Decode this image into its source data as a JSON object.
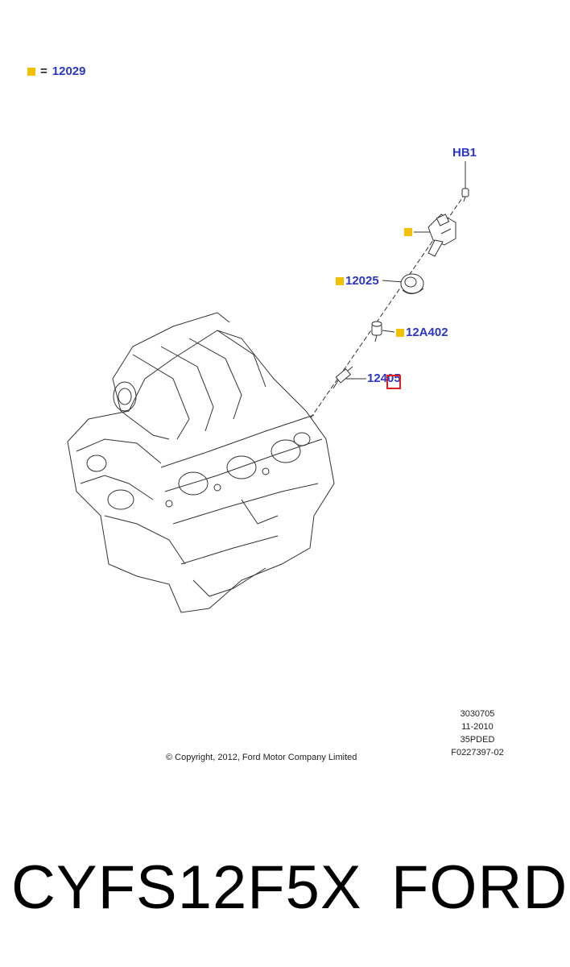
{
  "legend": {
    "code": "12029"
  },
  "callouts": [
    {
      "id": "hb1",
      "label": "HB1",
      "marker": false
    },
    {
      "id": "coil",
      "label": "",
      "marker": true
    },
    {
      "id": "12025",
      "label": "12025",
      "marker": true
    },
    {
      "id": "12a402",
      "label": "12A402",
      "marker": true
    },
    {
      "id": "12405",
      "label": "12405",
      "marker": false
    }
  ],
  "meta": {
    "line1": "3030705",
    "line2": "11-2010",
    "line3": "35PDED",
    "line4": "F0227397-02"
  },
  "copyright": "© Copyright, 2012, Ford Motor Company Limited",
  "footer": {
    "part_number": "CYFS12F5X",
    "brand": "FORD"
  },
  "colors": {
    "callout_text": "#2a36c8",
    "marker": "#f2c200",
    "highlight": "#e0201c"
  }
}
